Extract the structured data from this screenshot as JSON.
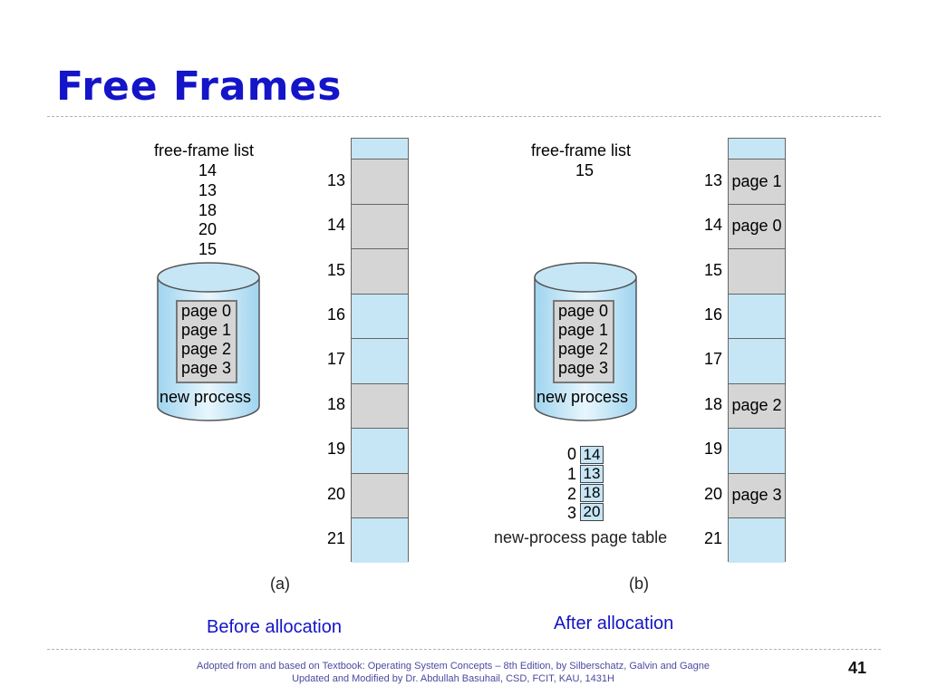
{
  "title": "Free Frames",
  "diagram_a": {
    "freelist_title": "free-frame list",
    "freelist": [
      "14",
      "13",
      "18",
      "20",
      "15"
    ],
    "pages": [
      "page 0",
      "page 1",
      "page 2",
      "page 3"
    ],
    "process_label": "new process",
    "frame_numbers": [
      "13",
      "14",
      "15",
      "16",
      "17",
      "18",
      "19",
      "20",
      "21"
    ],
    "frames": [
      {
        "state": "used",
        "label": ""
      },
      {
        "state": "used",
        "label": ""
      },
      {
        "state": "used",
        "label": ""
      },
      {
        "state": "free",
        "label": ""
      },
      {
        "state": "free",
        "label": ""
      },
      {
        "state": "used",
        "label": ""
      },
      {
        "state": "free",
        "label": ""
      },
      {
        "state": "used",
        "label": ""
      },
      {
        "state": "free",
        "label": ""
      }
    ],
    "caption": "(a)"
  },
  "diagram_b": {
    "freelist_title": "free-frame list",
    "freelist": [
      "15"
    ],
    "pages": [
      "page 0",
      "page 1",
      "page 2",
      "page 3"
    ],
    "process_label": "new process",
    "frame_numbers": [
      "13",
      "14",
      "15",
      "16",
      "17",
      "18",
      "19",
      "20",
      "21"
    ],
    "frames": [
      {
        "state": "used",
        "label": "page 1"
      },
      {
        "state": "used",
        "label": "page 0"
      },
      {
        "state": "used",
        "label": ""
      },
      {
        "state": "free",
        "label": ""
      },
      {
        "state": "free",
        "label": ""
      },
      {
        "state": "used",
        "label": "page 2"
      },
      {
        "state": "free",
        "label": ""
      },
      {
        "state": "used",
        "label": "page 3"
      },
      {
        "state": "free",
        "label": ""
      }
    ],
    "page_table": {
      "indices": [
        "0",
        "1",
        "2",
        "3"
      ],
      "frames": [
        "14",
        "13",
        "18",
        "20"
      ],
      "label": "new-process page table"
    },
    "caption": "(b)"
  },
  "caption_before": "Before allocation",
  "caption_after": "After allocation",
  "footer": {
    "line1": "Adopted from and based on Textbook: Operating System Concepts – 8th Edition, by Silberschatz, Galvin and Gagne",
    "line2": "Updated and Modified by Dr. Abdullah Basuhail, CSD, FCIT, KAU, 1431H"
  },
  "page_number": "41",
  "colors": {
    "title": "#1414c8",
    "free_frame": "#c6e6f6",
    "used_frame": "#d5d5d5"
  }
}
